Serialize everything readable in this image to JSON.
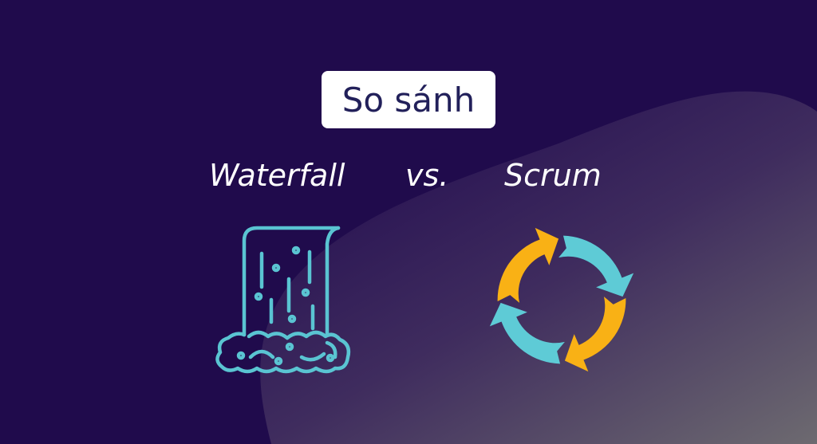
{
  "header": {
    "title": "So sánh"
  },
  "comparison": {
    "left_label": "Waterfall",
    "separator": "vs.",
    "right_label": "Scrum"
  },
  "icons": {
    "left": "waterfall-icon",
    "right": "cycle-arrows-icon"
  },
  "colors": {
    "background": "#200b4c",
    "wave_end": "#6b6670",
    "badge_bg": "#ffffff",
    "badge_text": "#22205a",
    "label_text": "#ffffff",
    "cyan": "#5ecbd6",
    "orange": "#f9b115"
  }
}
